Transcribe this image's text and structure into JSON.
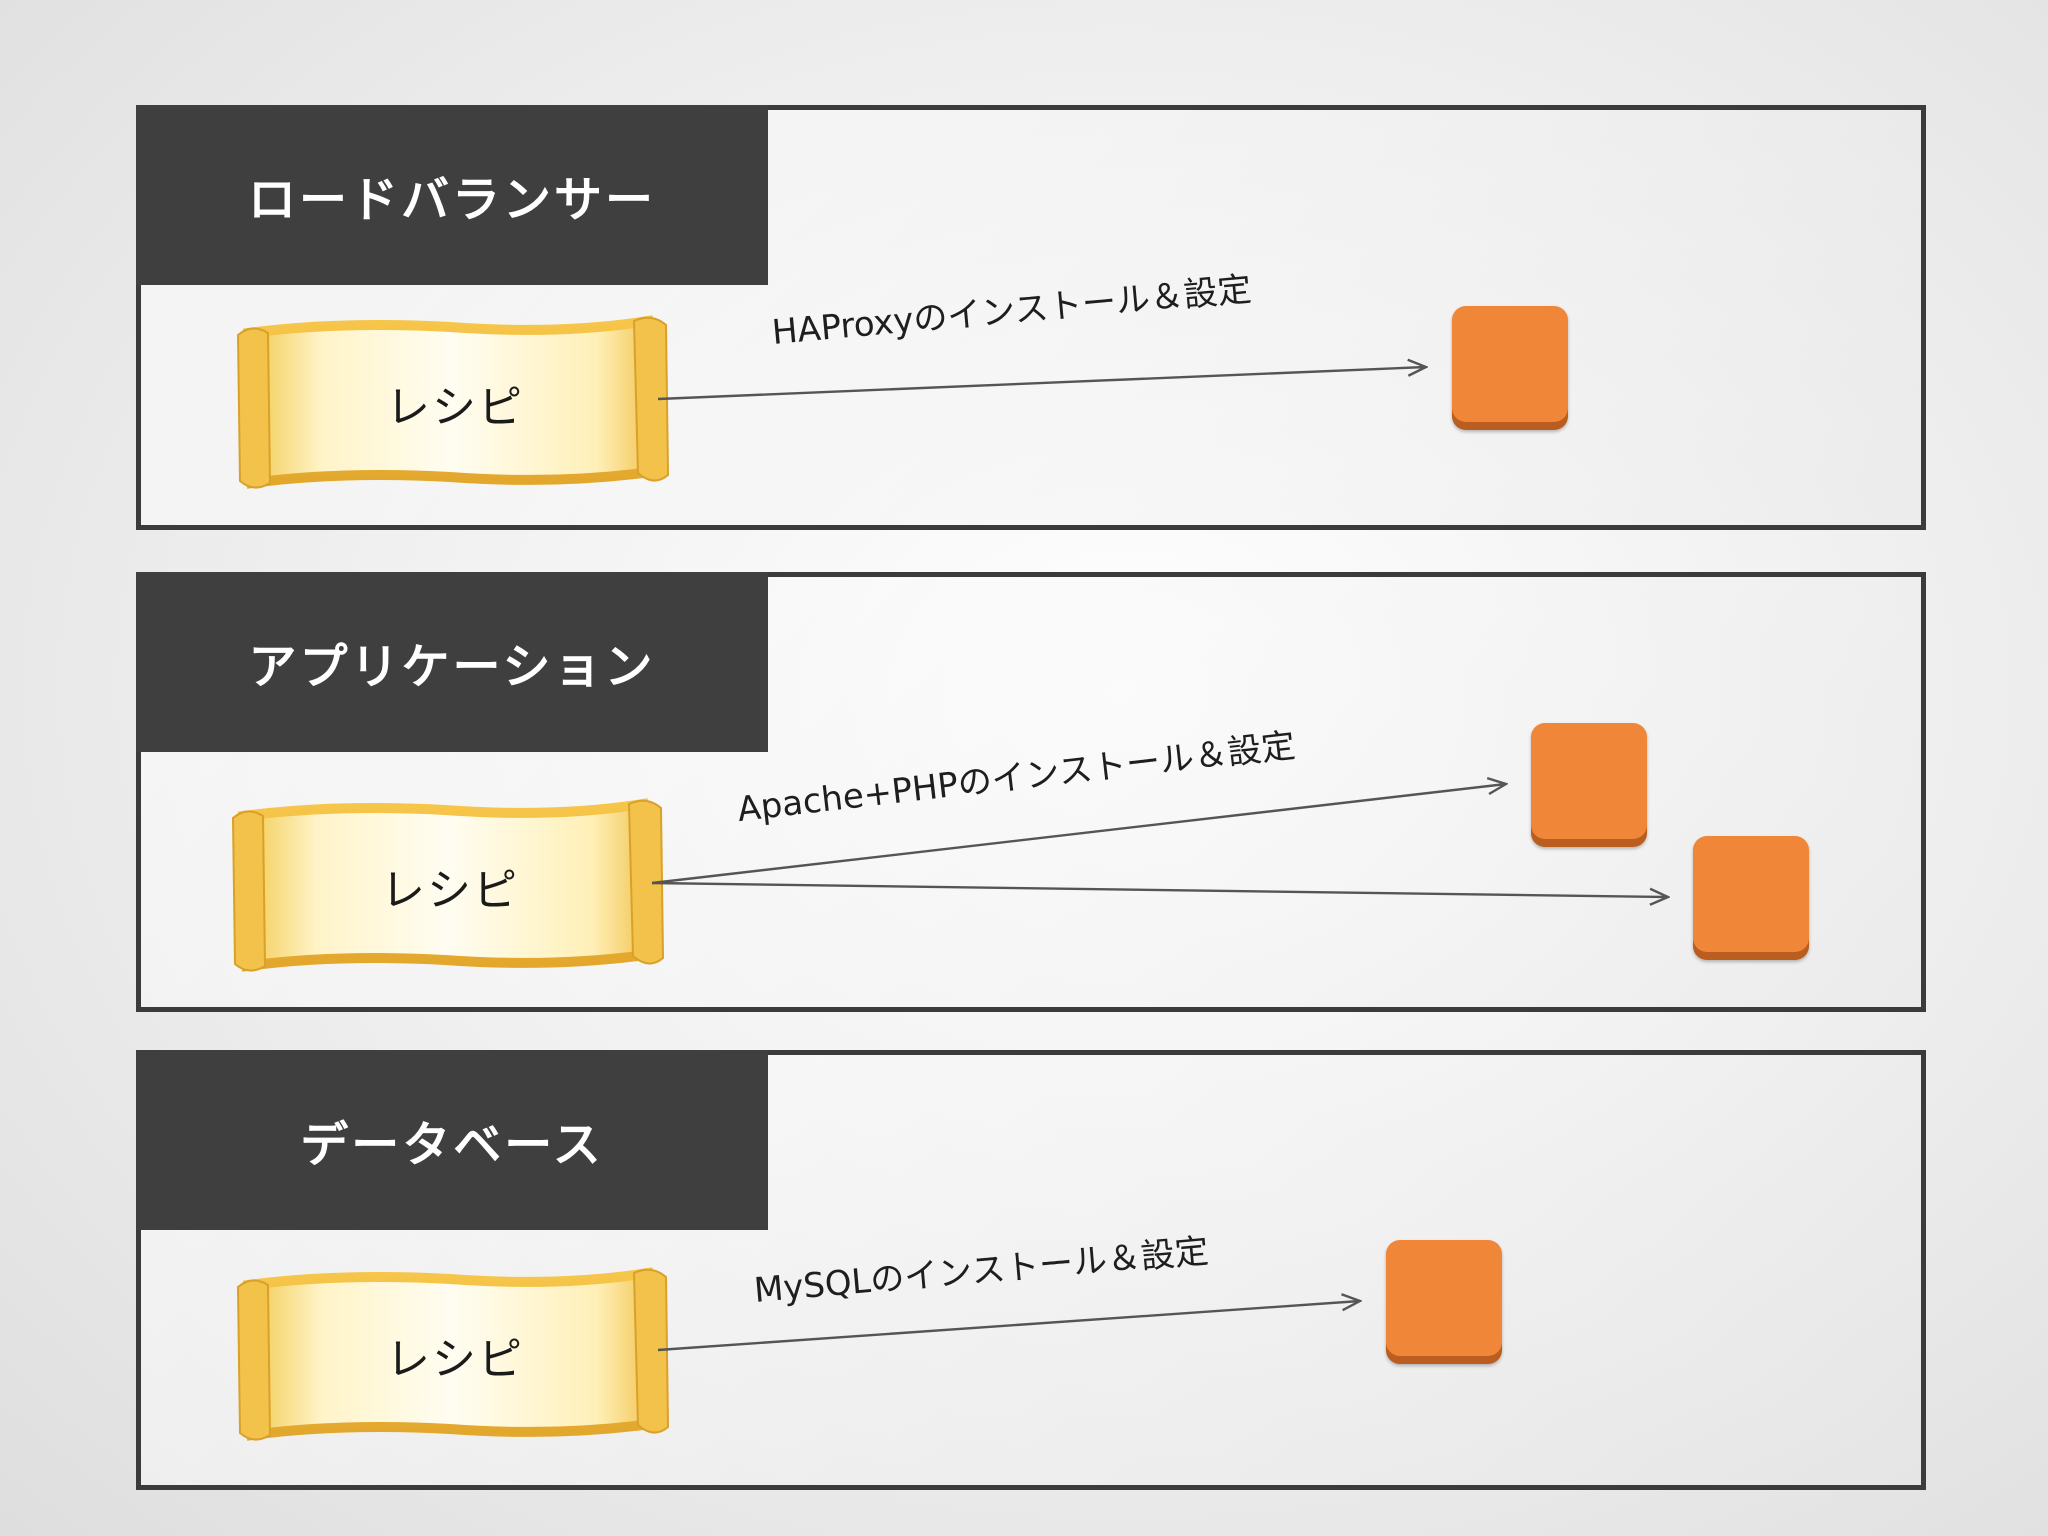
{
  "colors": {
    "panel_border": "#3c3b3c",
    "title_bg": "#403f40",
    "title_text": "#ffffff",
    "server": "#f08637",
    "server_shadow": "#b95d20",
    "scroll": "#fdf3c5",
    "arrow": "#555555"
  },
  "icons": {
    "scroll": "recipe-scroll-icon",
    "server": "server-instance-icon"
  },
  "sections": [
    {
      "title": "ロードバランサー",
      "recipe_label": "レシピ",
      "arrows": [
        {
          "label": "HAProxyのインストール＆設定",
          "target": "server"
        }
      ],
      "server_count": 1
    },
    {
      "title": "アプリケーション",
      "recipe_label": "レシピ",
      "arrows": [
        {
          "label": "Apache+PHPのインストール＆設定",
          "target": "server-1"
        },
        {
          "label": "",
          "target": "server-2"
        }
      ],
      "server_count": 2
    },
    {
      "title": "データベース",
      "recipe_label": "レシピ",
      "arrows": [
        {
          "label": "MySQLのインストール＆設定",
          "target": "server"
        }
      ],
      "server_count": 1
    }
  ]
}
